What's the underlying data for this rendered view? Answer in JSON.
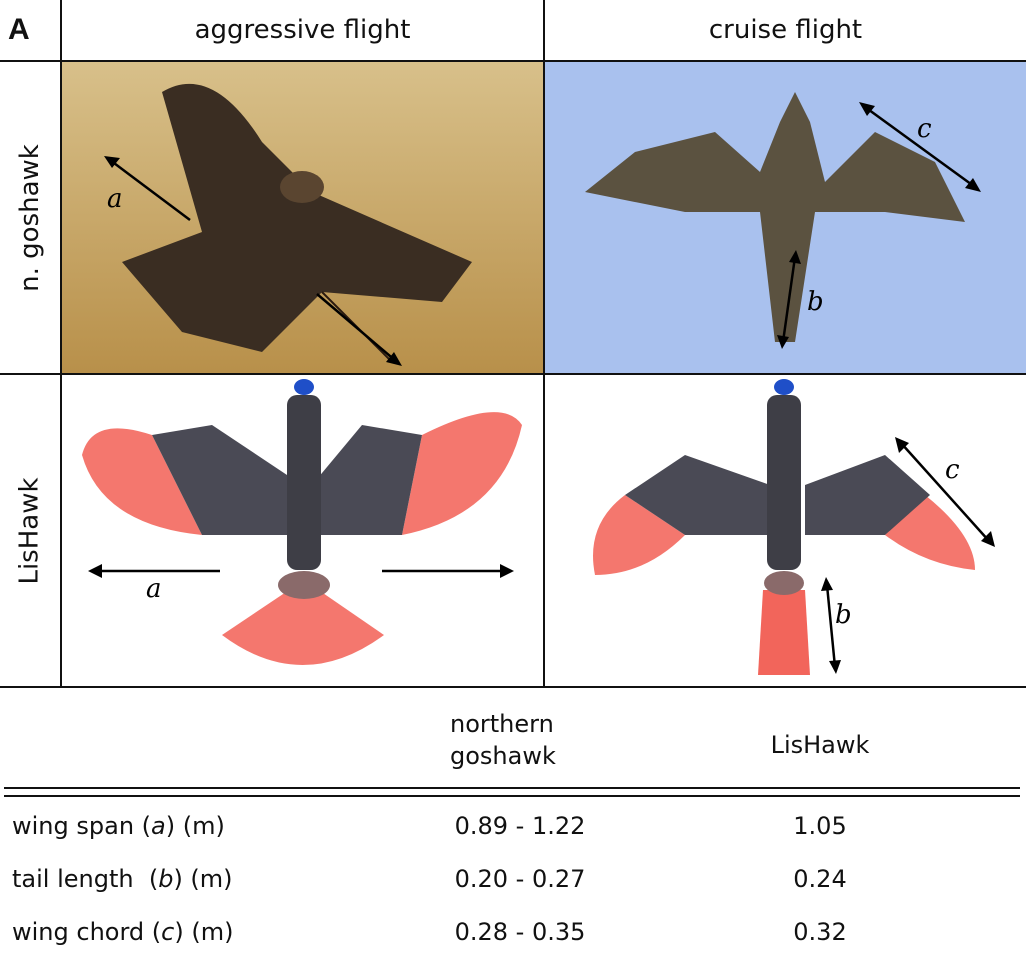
{
  "panel_label": "A",
  "columns": [
    "aggressive flight",
    "cruise flight"
  ],
  "rows": [
    "n. goshawk",
    "LisHawk"
  ],
  "annotations": {
    "span": "a",
    "tail": "b",
    "chord": "c"
  },
  "table": {
    "headers": [
      "northern goshawk",
      "LisHawk"
    ],
    "header_lines": [
      [
        "northern",
        "goshawk"
      ]
    ],
    "rows": [
      {
        "label_pre": "wing span (",
        "var": "a",
        "label_post": ") (m)",
        "goshawk": "0.89 - 1.22",
        "lishawk": "1.05"
      },
      {
        "label_pre": "tail length  (",
        "var": "b",
        "label_post": ") (m)",
        "goshawk": "0.20 - 0.27",
        "lishawk": "0.24"
      },
      {
        "label_pre": "wing chord (",
        "var": "c",
        "label_post": ") (m)",
        "goshawk": "0.28 - 0.35",
        "lishawk": "0.32"
      }
    ]
  },
  "colors": {
    "photo_bg1": "#c9a865",
    "photo_bg2": "#a9c1ee",
    "feather_red": "#f04a3e",
    "robot_body": "#4a4a55"
  }
}
